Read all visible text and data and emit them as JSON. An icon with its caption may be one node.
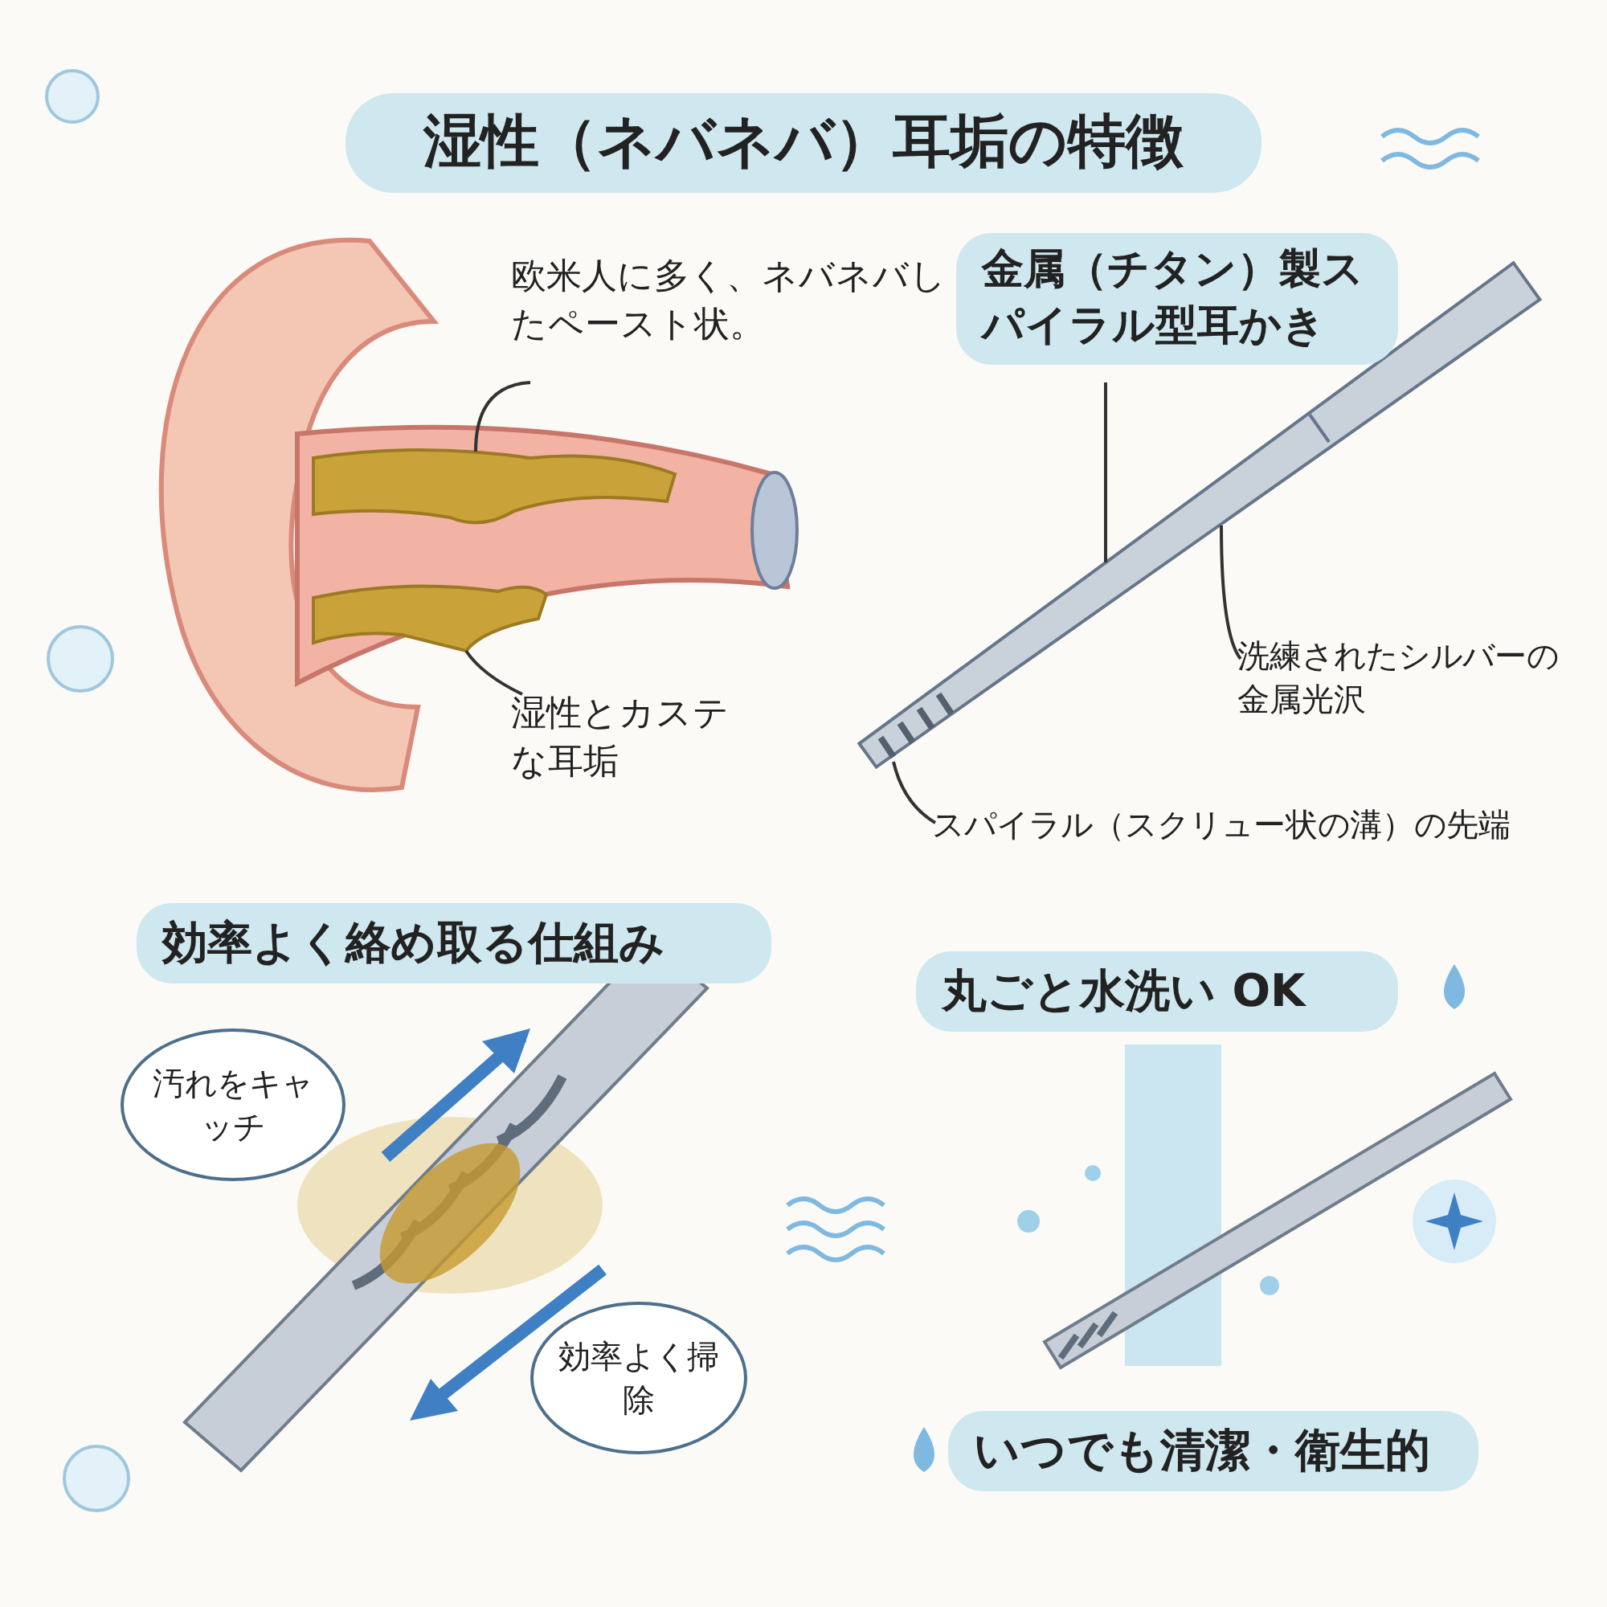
{
  "diagram": {
    "title": "湿性（ネバネバ）耳垢の特徴",
    "nodes": [
      {
        "text": [
          "欧米人に多く、ネバネバしたペースト状。"
        ]
      },
      {
        "text": [],
        "shape": "picture"
      },
      {
        "text": [
          "湿性とカステな耳垢"
        ]
      },
      {
        "text": [],
        "shape": "picture"
      },
      {
        "text": [
          "金属（チタン）製スパイラル型耳かき"
        ]
      },
      {
        "text": [],
        "shape": "picture"
      },
      {
        "text": [
          "洗練されたシルバーの金属光沢"
        ]
      },
      {
        "text": [
          "スパイラル（スクリュー状の溝）の先端"
        ]
      },
      {
        "text": [
          "効率よく絡め取る仕組み"
        ]
      },
      {
        "text": [
          "汚れをキャッチ"
        ]
      },
      {
        "text": [
          "効率よく掃除"
        ]
      },
      {
        "text": [
          "丸ごと水洗い OK"
        ]
      },
      {
        "text": [
          "いつでも清潔・衛生的"
        ]
      }
    ],
    "edges": [
      {
        "from": 0,
        "to": 1,
        "arrow": "none"
      },
      {
        "from": 2,
        "to": 3,
        "arrow": "none"
      },
      {
        "from": 4,
        "to": 5,
        "arrow": "none"
      },
      {
        "from": 6,
        "to": 5,
        "arrow": "none"
      },
      {
        "from": 7,
        "to": 5,
        "arrow": "none"
      }
    ]
  }
}
